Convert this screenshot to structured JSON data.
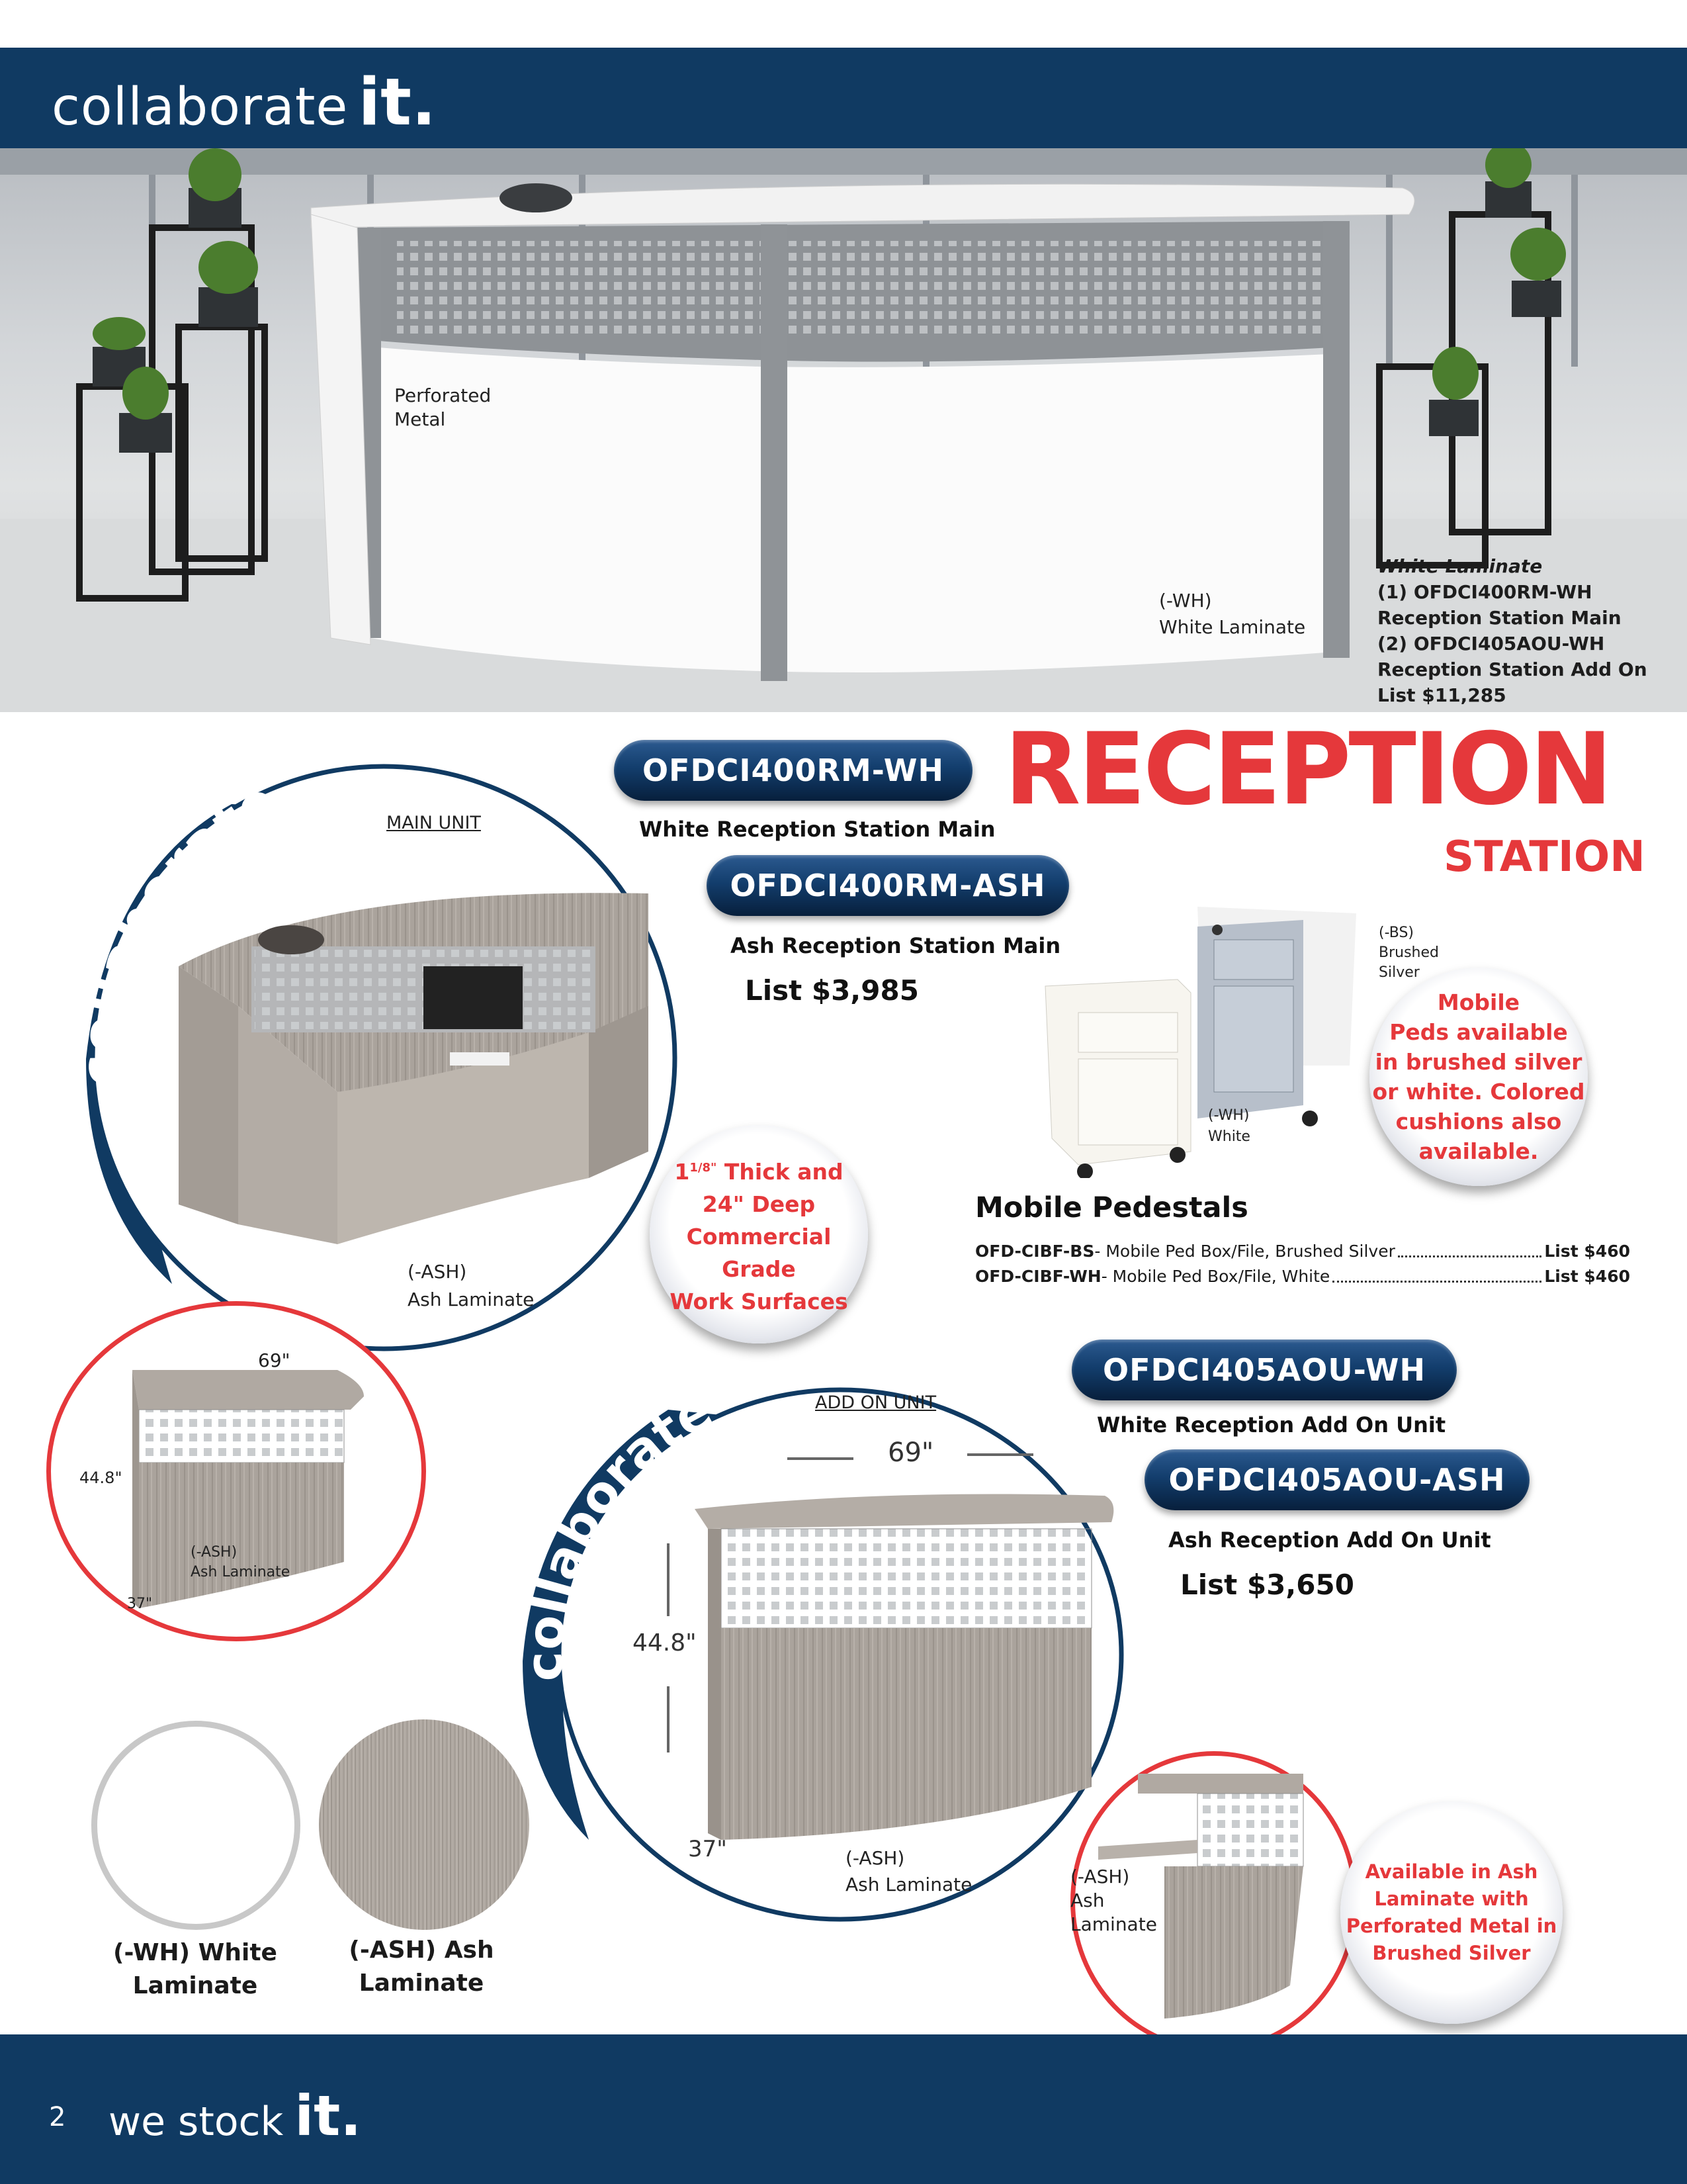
{
  "header": {
    "brand_word": "collaborate",
    "brand_it": "it."
  },
  "hero": {
    "perforated_label": "Perforated\nMetal",
    "wh_code": "(-WH)",
    "wh_label": "White Laminate",
    "combo_title": "White Laminate",
    "combo_line1": "(1) OFDCI400RM-WH",
    "combo_line2": "Reception Station Main",
    "combo_line3": "(2) OFDCI405AOU-WH",
    "combo_line4": "Reception Station Add On",
    "combo_price": "List $11,285"
  },
  "title": {
    "main": "RECEPTION",
    "sub": "STATION"
  },
  "main_unit": {
    "tag": "MAIN UNIT",
    "swirl_text": "collaborate it.",
    "ash_code": "(-ASH)",
    "ash_label": "Ash Laminate",
    "sku_wh": "OFDCI400RM-WH",
    "name_wh": "White Reception Station Main",
    "sku_ash": "OFDCI400RM-ASH",
    "name_ash": "Ash Reception Station Main",
    "price": "List $3,985"
  },
  "thick_bubble": {
    "pre": "1",
    "sup": "1/8\"",
    "line1_rest": " Thick and",
    "line2": "24\" Deep",
    "line3": "Commercial Grade",
    "line4": "Work Surfaces"
  },
  "pedestals": {
    "bs_code": "(-BS)",
    "bs_label1": "Brushed",
    "bs_label2": "Silver",
    "wh_code": "(-WH)",
    "wh_label": "White",
    "bubble": "Mobile\nPeds available\nin brushed silver\nor white. Colored\ncushions also\navailable.",
    "heading": "Mobile Pedestals",
    "items": [
      {
        "sku": "OFD-CIBF-BS",
        "desc": " - Mobile Ped Box/File, Brushed Silver",
        "price": "List $460"
      },
      {
        "sku": "OFD-CIBF-WH",
        "desc": " - Mobile Ped Box/File, White",
        "price": "List $460"
      }
    ]
  },
  "small_unit": {
    "width": "69\"",
    "height": "44.8\"",
    "depth": "37\"",
    "ash_code": "(-ASH)",
    "ash_label": "Ash Laminate"
  },
  "addon_unit": {
    "tag": "ADD ON UNIT",
    "swirl_text": "collaborate it.",
    "width": "69\"",
    "height": "44.8\"",
    "depth": "37\"",
    "ash_code": "(-ASH)",
    "ash_label": "Ash Laminate",
    "sku_wh": "OFDCI405AOU-WH",
    "name_wh": "White Reception Add On Unit",
    "sku_ash": "OFDCI405AOU-ASH",
    "name_ash": "Ash Reception Add On Unit",
    "price": "List $3,650"
  },
  "side_unit": {
    "ash_code": "(-ASH)",
    "ash_label1": "Ash",
    "ash_label2": "Laminate"
  },
  "available_bubble": "Available in Ash\nLaminate with\nPerforated Metal in\nBrushed Silver",
  "swatches": [
    {
      "line1": "(-WH) White",
      "line2": "Laminate"
    },
    {
      "line1": "(-ASH) Ash",
      "line2": "Laminate"
    }
  ],
  "footer": {
    "page_number": "2",
    "text": "we stock",
    "it": "it."
  },
  "colors": {
    "navy": "#103a62",
    "red": "#e5383b",
    "ash": "#b9b2ab"
  }
}
